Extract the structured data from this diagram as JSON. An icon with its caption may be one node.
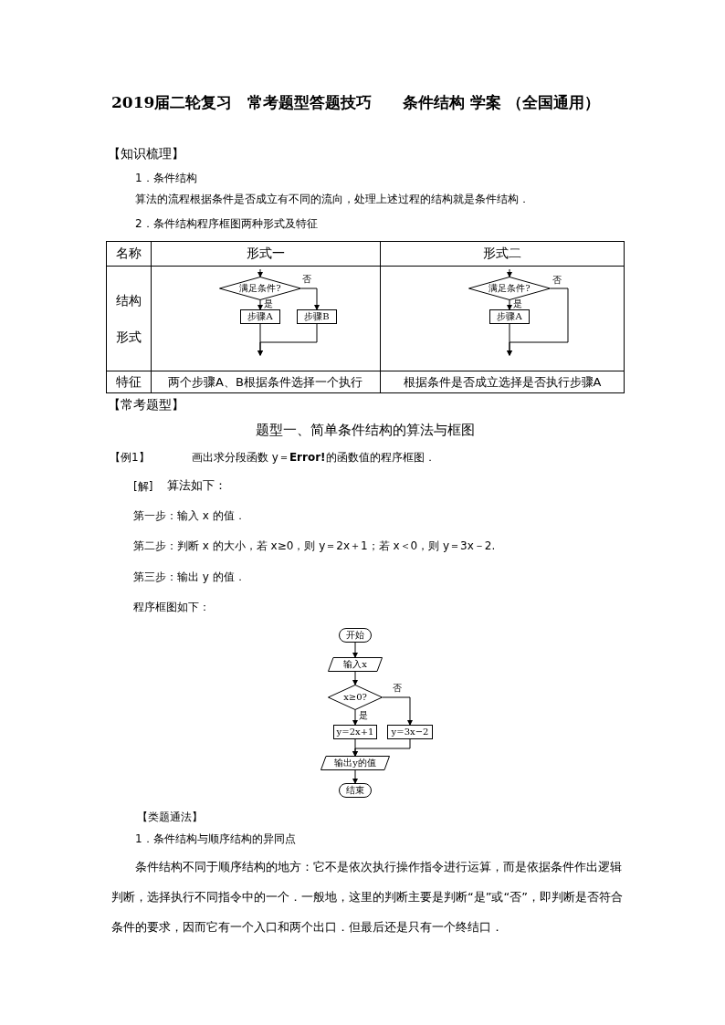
{
  "diagram": {
    "title": "2019届二轮复习　常考题型答题技巧　　条件结构 学案 （全国通用）",
    "nodes": [
      {
        "text": [
          "满足条件?"
        ]
      },
      {
        "text": [
          "步骤A"
        ]
      },
      {
        "text": [
          "步骤B"
        ]
      },
      {
        "text": [
          "满足条件?"
        ]
      },
      {
        "text": [
          "步骤A"
        ]
      },
      {
        "text": [
          "开始"
        ]
      },
      {
        "text": [
          "输入x"
        ]
      },
      {
        "text": [
          "x≥0?"
        ]
      },
      {
        "text": [
          "y=2x+1"
        ]
      },
      {
        "text": [
          "y=3x−2"
        ]
      },
      {
        "text": [
          "输出y的值"
        ]
      },
      {
        "text": [
          "结束"
        ]
      }
    ],
    "edges": [
      {
        "from": null,
        "to": 0,
        "arrow": "to"
      },
      {
        "from": 0,
        "to": 1,
        "arrow": "to",
        "label": "是"
      },
      {
        "from": 0,
        "to": 2,
        "arrow": "to",
        "label": "否"
      },
      {
        "from": 1,
        "to": null,
        "arrow": "to"
      },
      {
        "from": 2,
        "to": null,
        "arrow": "to"
      },
      {
        "from": null,
        "to": 3,
        "arrow": "to"
      },
      {
        "from": 3,
        "to": 4,
        "arrow": "to",
        "label": "是"
      },
      {
        "from": 4,
        "to": null,
        "arrow": "to"
      },
      {
        "from": 3,
        "to": null,
        "arrow": "to",
        "label": "否"
      },
      {
        "from": 5,
        "to": 6,
        "arrow": "to"
      },
      {
        "from": 6,
        "to": 7,
        "arrow": "to"
      },
      {
        "from": 7,
        "to": 8,
        "arrow": "to",
        "label": "是"
      },
      {
        "from": 7,
        "to": 9,
        "arrow": "to",
        "label": "否"
      },
      {
        "from": 8,
        "to": 10,
        "arrow": "to"
      },
      {
        "from": 9,
        "to": 10,
        "arrow": "to"
      },
      {
        "from": 10,
        "to": 11,
        "arrow": "to"
      }
    ],
    "labels": [
      "【知识梳理】",
      "1．条件结构",
      "算法的流程根据条件是否成立有不同的流向，处理上述过程的结构就是条件结构．",
      "2．条件结构程序框图两种形式及特征",
      "名称",
      "形式一",
      "形式二",
      "结构形式",
      "特征",
      "两个步骤A、B根据条件选择一个执行",
      "根据条件是否成立选择是否执行步骤A",
      "【常考题型】",
      "题型一、简单条件结构的算法与框图",
      "【例1】",
      "画出求分段函数 y＝**Error!**的函数值的程序框图．",
      "[解]",
      "算法如下：",
      "第一步：输入 x 的值．",
      "第二步：判断 x 的大小，若 x≥0，则 y＝2x＋1；若 x＜0，则 y＝3x－2.",
      "第三步：输出 y 的值．",
      "程序框图如下：",
      "【类题通法】",
      "1．条件结构与顺序结构的异同点",
      "条件结构不同于顺序结构的地方：它不是依次执行操作指令进行运算，而是依据条件作出逻辑判断，选择执行不同指令中的一个．一般地，这里的判断主要是判断“是”或“否”，即判断是否符合条件的要求，因而它有一个入口和两个出口．但最后还是只有一个终结口．"
    ]
  }
}
